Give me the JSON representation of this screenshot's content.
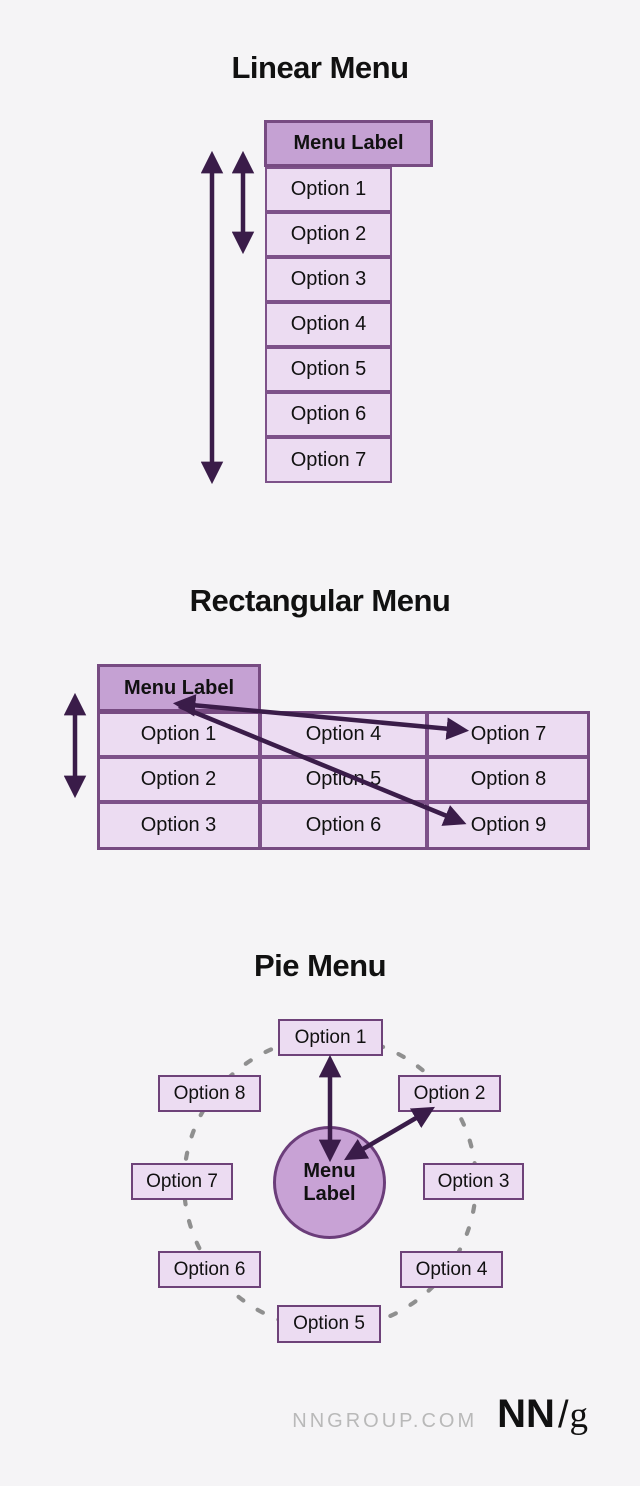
{
  "colors": {
    "background": "#f5f4f6",
    "menu_label_fill": "#c5a1d3",
    "option_fill": "#ecdcf2",
    "border_dark": "#774b82",
    "border_mid": "#7d5189",
    "arrow": "#3a1c49",
    "dashed_circle": "#8f8f8f",
    "title_text": "#111111",
    "footer_gray": "#b9b9b9",
    "logo_black": "#111111"
  },
  "sections": {
    "linear": {
      "title": "Linear Menu",
      "menu_label": "Menu Label",
      "options": [
        "Option 1",
        "Option 2",
        "Option 3",
        "Option 4",
        "Option 5",
        "Option 6",
        "Option 7"
      ]
    },
    "rectangular": {
      "title": "Rectangular Menu",
      "menu_label": "Menu Label",
      "columns": [
        [
          "Option 1",
          "Option 2",
          "Option 3"
        ],
        [
          "Option 4",
          "Option 5",
          "Option 6"
        ],
        [
          "Option 7",
          "Option 8",
          "Option 9"
        ]
      ]
    },
    "pie": {
      "title": "Pie Menu",
      "menu_label": "Menu Label",
      "options": [
        "Option 1",
        "Option 2",
        "Option 3",
        "Option 4",
        "Option 5",
        "Option 6",
        "Option 7",
        "Option 8"
      ]
    }
  },
  "footer": {
    "site": "NNGROUP.COM",
    "logo_nn": "NN",
    "logo_slash": "/",
    "logo_g": "g"
  }
}
